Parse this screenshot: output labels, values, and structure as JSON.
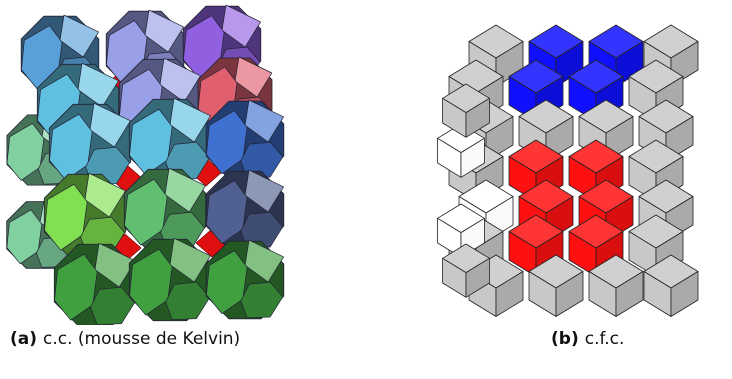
{
  "figure": {
    "panels": [
      {
        "id": "a",
        "label": "(a)",
        "caption": "c.c. (mousse de Kelvin)",
        "structure": "Kelvin foam of truncated octahedra (body-centred cubic packing)",
        "palette": [
          "#5aa0d8",
          "#f0f060",
          "#9aa0e8",
          "#f0a060",
          "#9060e0",
          "#e06070",
          "#60c0e0",
          "#80d0a0",
          "#4070d0",
          "#60c070",
          "#80e050",
          "#40a040",
          "#506090",
          "#e01010"
        ]
      },
      {
        "id": "b",
        "label": "(b)",
        "caption": "c.f.c.",
        "structure": "Packing of rhombic dodecahedra (face-centred cubic)",
        "palette": [
          "#c8c8c8",
          "#1010ff",
          "#ff1010",
          "#ffffff"
        ]
      }
    ]
  }
}
